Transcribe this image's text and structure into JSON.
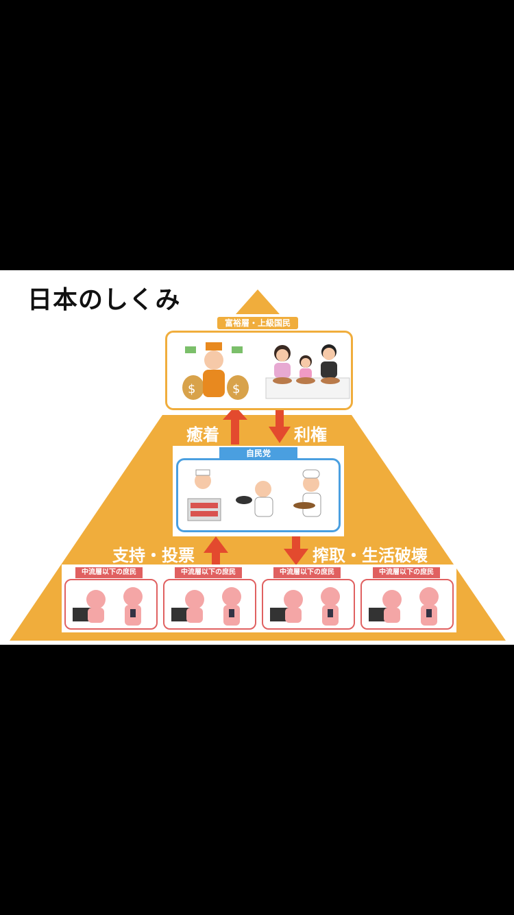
{
  "title": "日本のしくみ",
  "top": {
    "tag": "富裕層・上級国民"
  },
  "middle": {
    "tag": "自民党"
  },
  "arrows": {
    "left_top": "癒着",
    "right_top": "利権",
    "left_bottom": "支持・投票",
    "right_bottom": "搾取・生活破壊"
  },
  "bottom": {
    "tags": [
      "中流層以下の庶民",
      "中流層以下の庶民",
      "中流層以下の庶民",
      "中流層以下の庶民"
    ]
  },
  "colors": {
    "pyramid": "#F0AD3C",
    "top_border": "#F0AD3C",
    "middle_accent": "#4A9FE0",
    "bottom_accent": "#E06060",
    "arrow": "#E34A2E"
  }
}
